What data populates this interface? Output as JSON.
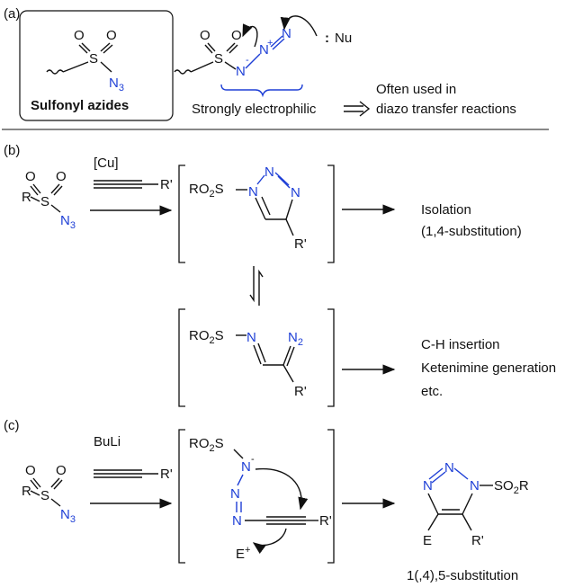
{
  "panels": {
    "a": {
      "label": "(a)",
      "box_caption": "Sulfonyl azides",
      "atoms": {
        "S": "S",
        "O": "O",
        "N3": "N",
        "N3_sub": "3",
        "N": "N",
        "plus": "+",
        "minus": "-",
        "nu_dots": ":",
        "nu": "Nu"
      },
      "brace_label": "Strongly electrophilic",
      "note_line1": "Often used in",
      "note_line2": "diazo transfer reactions"
    },
    "b": {
      "label": "(b)",
      "reagent_cat": "[Cu]",
      "alkyne_r": "R'",
      "substituent_r": "R",
      "triazole_prefix": "RO",
      "triazole_prefix_sub": "2",
      "triazole_prefix_s": "S",
      "outcome1_line1": "Isolation",
      "outcome1_line2": "(1,4-substitution)",
      "imine_n2": "N",
      "imine_n2_sub": "2",
      "outcome2_line1": "C-H insertion",
      "outcome2_line2": "Ketenimine generation",
      "outcome2_line3": "etc."
    },
    "c": {
      "label": "(c)",
      "reagent_base": "BuLi",
      "electrophile": "E",
      "electrophile_charge": "+",
      "product_so2r_prefix": "SO",
      "product_so2r_sub": "2",
      "product_so2r_suffix": "R",
      "product_e": "E",
      "product_r": "R'",
      "outcome_line": "1(,4),5-substitution"
    }
  },
  "colors": {
    "accent": "#1e3fd6",
    "ink": "#111111"
  }
}
